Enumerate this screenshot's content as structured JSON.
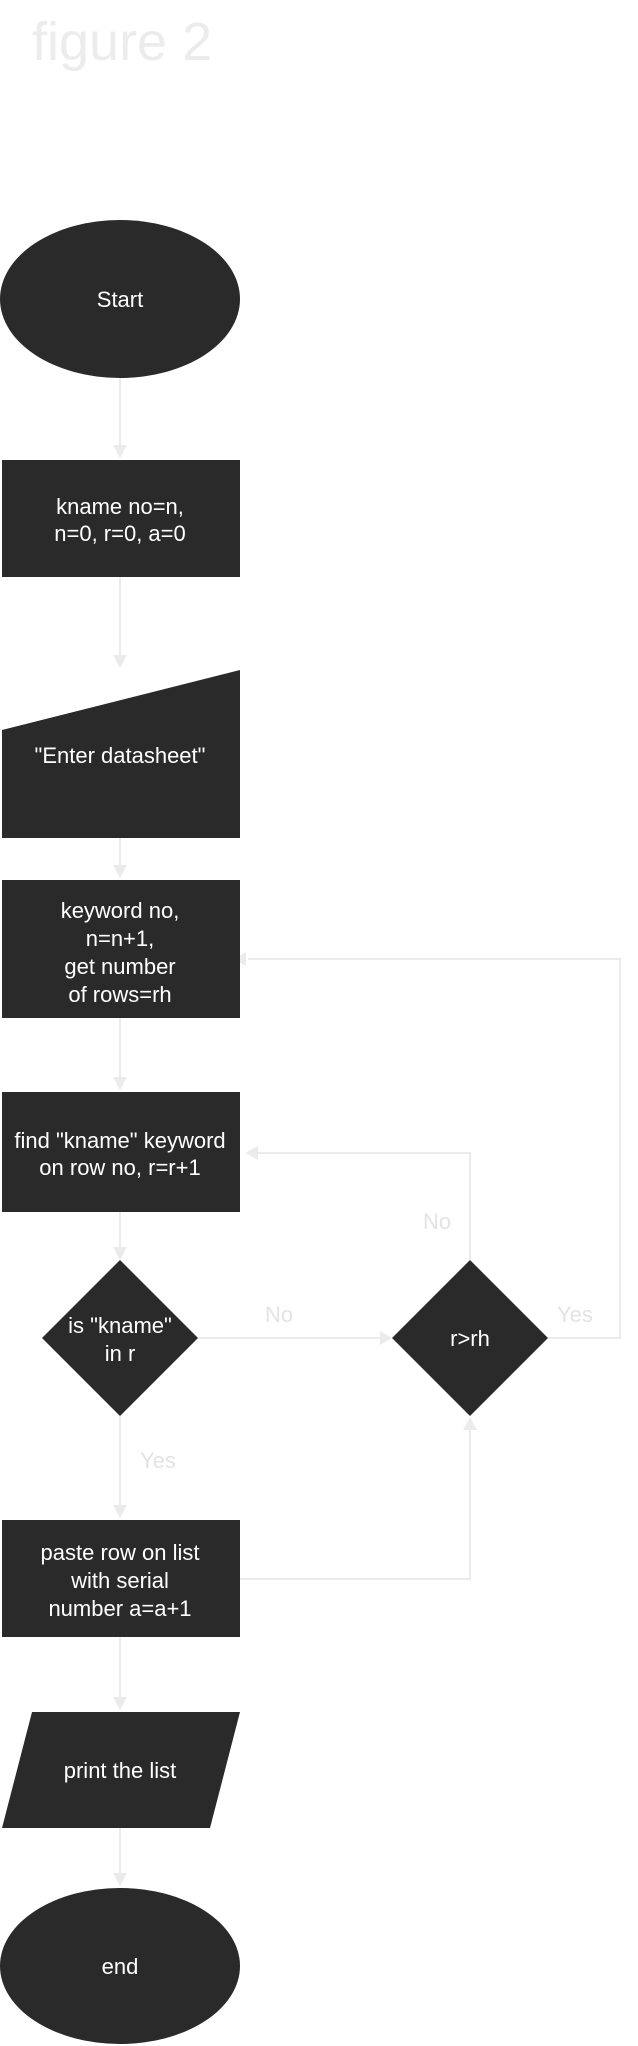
{
  "title": "figure 2",
  "nodes": {
    "start": {
      "lines": [
        "Start"
      ]
    },
    "init": {
      "lines": [
        "kname no=n,",
        "n=0, r=0, a=0"
      ]
    },
    "enter": {
      "lines": [
        "\"Enter datasheet\""
      ]
    },
    "keyword": {
      "lines": [
        "keyword no,",
        "n=n+1,",
        "get number",
        "of rows=rh"
      ]
    },
    "find": {
      "lines": [
        "find \"kname\" keyword",
        "on row no, r=r+1"
      ]
    },
    "decision_kname": {
      "lines": [
        "is \"kname\"",
        "in r"
      ]
    },
    "decision_rows": {
      "lines": [
        "r>rh"
      ]
    },
    "paste": {
      "lines": [
        "paste row on list",
        "with serial",
        "number a=a+1"
      ]
    },
    "print": {
      "lines": [
        "print the list"
      ]
    },
    "end": {
      "lines": [
        "end"
      ]
    }
  },
  "edge_labels": {
    "kname_no": "No",
    "kname_yes": "Yes",
    "rows_no": "No",
    "rows_yes": "Yes"
  },
  "colors": {
    "node_fill": "#2a2a2a",
    "node_text": "#ffffff",
    "edge": "#ebebeb",
    "title": "#ececec"
  }
}
